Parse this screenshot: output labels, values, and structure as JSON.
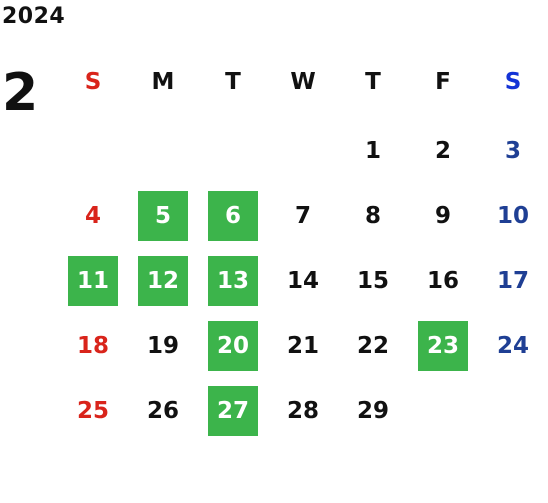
{
  "year": "2024",
  "month": "2",
  "weekdays": [
    "S",
    "M",
    "T",
    "W",
    "T",
    "F",
    "S"
  ],
  "first_weekday_index": 4,
  "days_in_month": 29,
  "highlighted_days": [
    5,
    6,
    11,
    12,
    13,
    20,
    23,
    27
  ],
  "colors": {
    "highlight_bg": "#3cb44b",
    "highlight_text": "#ffffff",
    "sunday": "#d9241b",
    "saturday": "#1f3f94",
    "saturday_header": "#1433d6",
    "default_text": "#111111"
  }
}
